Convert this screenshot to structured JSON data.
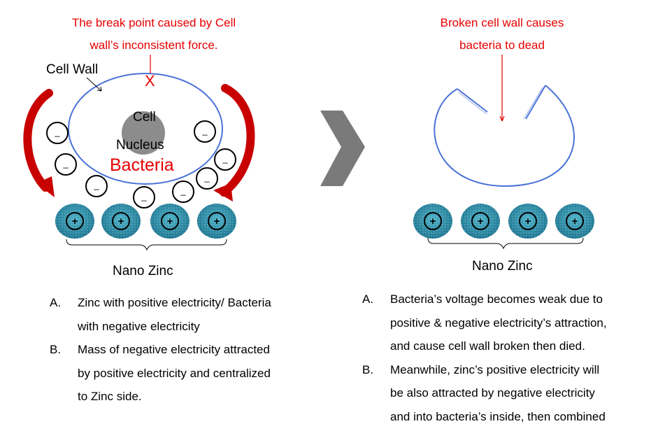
{
  "left": {
    "caption_line1": "The break point caused by Cell",
    "caption_line2": "wall’s inconsistent force.",
    "cell_wall_label": "Cell Wall",
    "cell_label": "Cell",
    "nucleus_label": "Nucleus",
    "bacteria_label": "Bacteria",
    "break_mark": "X",
    "negative_sign": "_",
    "positive_sign": "+",
    "nano_zinc_label": "Nano Zinc",
    "list": [
      {
        "marker": "A.",
        "lines": [
          "Zinc with positive electricity/ Bacteria",
          "with negative electricity"
        ]
      },
      {
        "marker": "B.",
        "lines": [
          "Mass of negative electricity attracted",
          "by positive electricity and centralized",
          "to Zinc side."
        ]
      }
    ]
  },
  "right": {
    "caption_line1": "Broken cell wall causes",
    "caption_line2": "bacteria to dead",
    "positive_sign": "+",
    "nano_zinc_label": "Nano Zinc",
    "list": [
      {
        "marker": "A.",
        "lines": [
          "Bacteria’s voltage becomes weak due to",
          "positive & negative electricity’s attraction,",
          "and cause cell wall broken then died."
        ]
      },
      {
        "marker": "B.",
        "lines": [
          "Meanwhile, zinc’s positive electricity will",
          "be also attracted by negative electricity",
          "and into bacteria’s inside, then combined"
        ]
      }
    ]
  },
  "colors": {
    "accent_red": "#e60000",
    "cell_wall_blue": "#4a72d8",
    "zinc_teal": "#2e8fa8",
    "nucleus_gray": "#8c8c8c",
    "chevron_gray": "#7a7a7a"
  }
}
